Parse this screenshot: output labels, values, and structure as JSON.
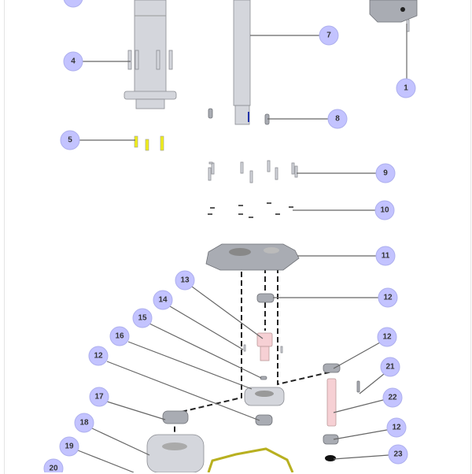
{
  "diagram": {
    "title": "Exploded parts diagram",
    "callouts": [
      {
        "number": "1"
      },
      {
        "number": "4"
      },
      {
        "number": "5"
      },
      {
        "number": "7"
      },
      {
        "number": "8"
      },
      {
        "number": "9"
      },
      {
        "number": "10"
      },
      {
        "number": "11"
      },
      {
        "number": "12"
      },
      {
        "number": "13"
      },
      {
        "number": "14"
      },
      {
        "number": "15"
      },
      {
        "number": "16"
      },
      {
        "number": "12"
      },
      {
        "number": "12"
      },
      {
        "number": "21"
      },
      {
        "number": "22"
      },
      {
        "number": "12"
      },
      {
        "number": "23"
      },
      {
        "number": "17"
      },
      {
        "number": "18"
      },
      {
        "number": "19"
      },
      {
        "number": "20"
      }
    ],
    "colors": {
      "callout_fill": "#c3c3ff",
      "highlight": "#f0ee1a",
      "gasket": "#b8b020"
    }
  }
}
